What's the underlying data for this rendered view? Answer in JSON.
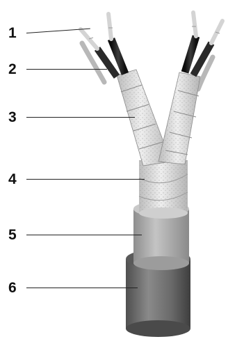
{
  "diagram": {
    "labels": [
      {
        "id": "1",
        "text": "1"
      },
      {
        "id": "2",
        "text": "2"
      },
      {
        "id": "3",
        "text": "3"
      },
      {
        "id": "4",
        "text": "4"
      },
      {
        "id": "5",
        "text": "5"
      },
      {
        "id": "6",
        "text": "6"
      }
    ],
    "colors": {
      "jacket": "#6b6b6b",
      "inner_sheath": "#a8a8a8",
      "shield_foil": "#dcdcdc",
      "core_black": "#1a1a1a",
      "core_dark": "#3a3a3a",
      "drain_wire": "#c8c8c8",
      "leader_line": "#222222"
    }
  }
}
